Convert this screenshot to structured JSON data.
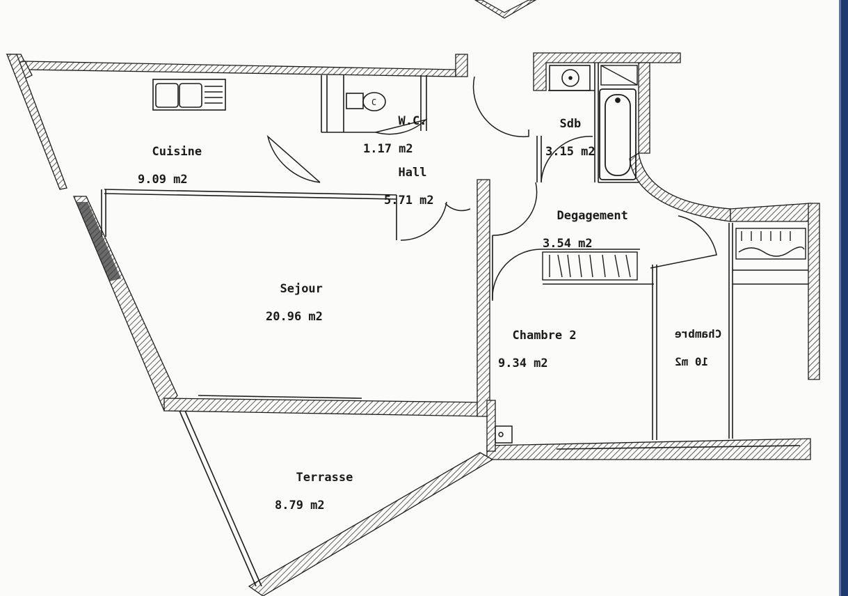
{
  "rooms": {
    "cuisine": {
      "name": "Cuisine",
      "area": "9.09 m2"
    },
    "wc": {
      "name": "W.C.",
      "area": "1.17 m2"
    },
    "hall": {
      "name": "Hall",
      "area": "5.71 m2"
    },
    "sdb": {
      "name": "Sdb",
      "area": "3.15 m2"
    },
    "degagement": {
      "name": "Degagement",
      "area": "3.54 m2"
    },
    "sejour": {
      "name": "Sejour",
      "area": "20.96 m2"
    },
    "chambre2": {
      "name": "Chambre 2",
      "area": "9.34 m2"
    },
    "terrasse": {
      "name": "Terrasse",
      "area": "8.79 m2"
    },
    "chambre1_mirrored": {
      "name": "Chambre",
      "area": "10 m2"
    }
  },
  "colors": {
    "line": "#1c1c1c",
    "hatch": "#333333",
    "paper": "#fbfbf9",
    "edge_stripe": "#1f3a70"
  }
}
